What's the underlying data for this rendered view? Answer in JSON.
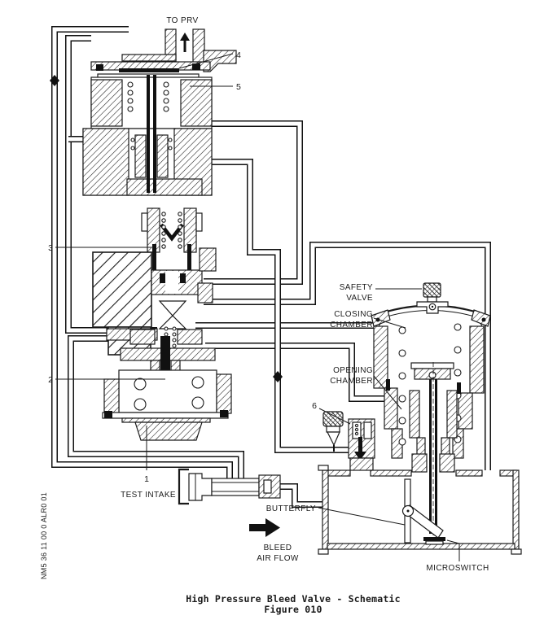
{
  "figure": {
    "caption_line1": "High Pressure Bleed Valve - Schematic",
    "caption_line2": "Figure 010",
    "reference_number": "NM5 36 11 00 0 ALR0 01"
  },
  "labels": {
    "to_prv": "TO PRV",
    "safety_valve_1": "SAFETY",
    "safety_valve_2": "VALVE",
    "closing_chamber_1": "CLOSING",
    "closing_chamber_2": "CHAMBER",
    "opening_chamber_1": "OPENING",
    "opening_chamber_2": "CHAMBER",
    "test_intake": "TEST INTAKE",
    "butterfly": "BUTTERFLY",
    "bleed_air_flow_1": "BLEED",
    "bleed_air_flow_2": "AIR FLOW",
    "microswitch": "MICROSWITCH"
  },
  "callouts": {
    "c1": "1",
    "c2": "2",
    "c3": "3",
    "c4": "4",
    "c5": "5",
    "c6": "6"
  },
  "colors": {
    "ink": "#1a1a1a",
    "paper": "#ffffff"
  }
}
